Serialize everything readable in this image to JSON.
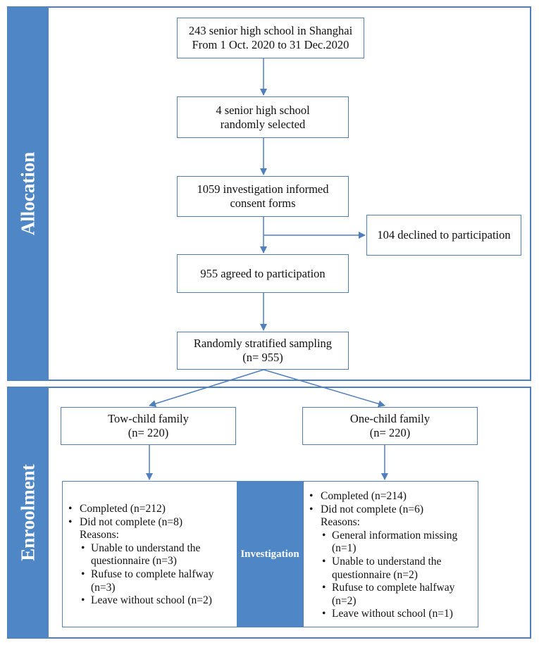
{
  "sections": {
    "allocation": "Allocation",
    "enrollment": "Enroolment"
  },
  "boxes": {
    "schools": [
      "243 senior high school in Shanghai",
      "From 1 Oct. 2020 to 31 Dec.2020"
    ],
    "selected": [
      "4 senior high school",
      "randomly selected"
    ],
    "consent": [
      "1059 investigation informed",
      "consent forms"
    ],
    "declined": "104 declined to participation",
    "agreed": "955 agreed to participation",
    "sampling": [
      "Randomly stratified sampling",
      "(n= 955)"
    ],
    "two_child": [
      "Tow-child family",
      "(n= 220)"
    ],
    "one_child": [
      "One-child family",
      "(n= 220)"
    ]
  },
  "investigation_label": "Investigation",
  "two_child_outcomes": {
    "completed": "Completed (n=212)",
    "not_completed": "Did not complete (n=8)",
    "reasons_label": "Reasons:",
    "reasons": [
      [
        "Unable to understand the",
        "questionnaire (n=3)"
      ],
      [
        "Rufuse to complete halfway",
        "(n=3)"
      ],
      [
        "Leave without school (n=2)"
      ]
    ]
  },
  "one_child_outcomes": {
    "completed": "Completed (n=214)",
    "not_completed": "Did not complete (n=6)",
    "reasons_label": "Reasons:",
    "reasons": [
      [
        "General information missing",
        "(n=1)"
      ],
      [
        "Unable to understand the",
        "questionnaire (n=2)"
      ],
      [
        "Rufuse to complete halfway",
        "(n=2)"
      ],
      [
        "Leave without school (n=1)"
      ]
    ]
  },
  "colors": {
    "accent": "#4f86c6",
    "line": "#4f7fbd"
  }
}
